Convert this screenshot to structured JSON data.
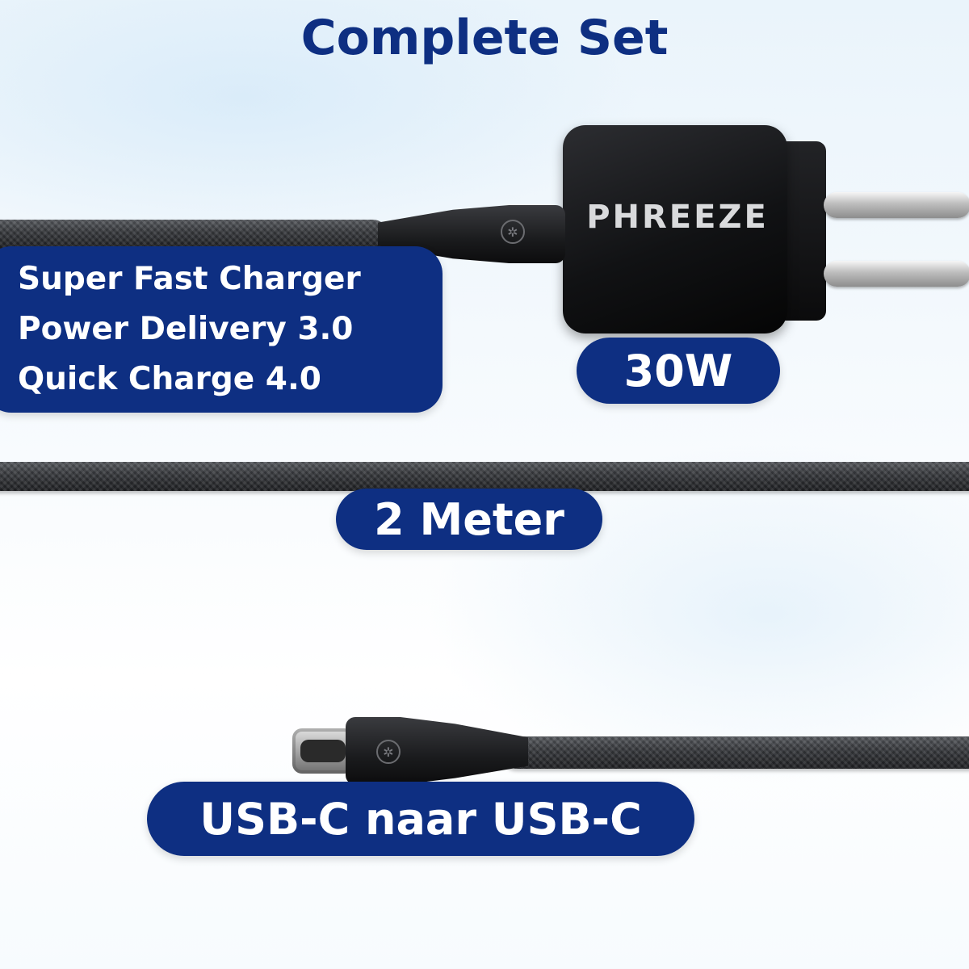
{
  "title": "Complete Set",
  "features": [
    "Super Fast Charger",
    "Power Delivery 3.0",
    "Quick Charge 4.0"
  ],
  "charger": {
    "brand": "PHREEZE",
    "power_label": "30W"
  },
  "cable": {
    "length_label": "2 Meter",
    "type_label": "USB-C naar USB-C"
  },
  "colors": {
    "label_background": "#0e2f82",
    "label_text": "#ffffff",
    "title": "#0e2f82"
  }
}
